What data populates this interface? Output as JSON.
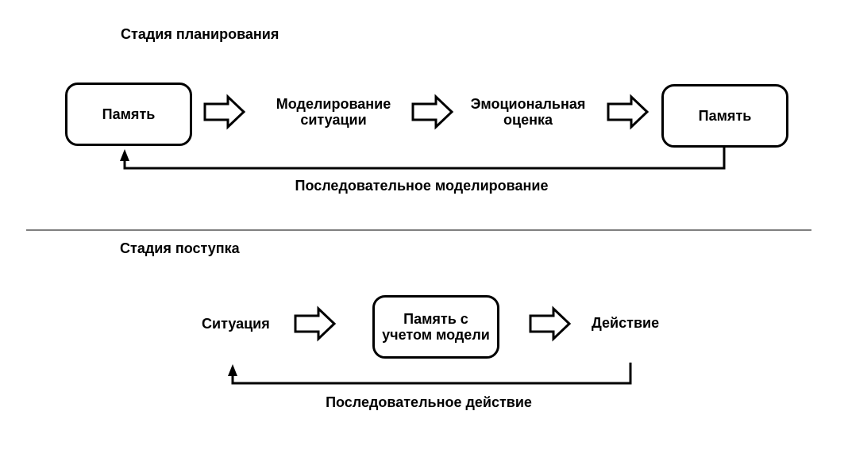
{
  "planning": {
    "title": "Стадия планирования",
    "memory_start": "Память",
    "modeling_line1": "Моделирование",
    "modeling_line2": "ситуации",
    "emotion_line1": "Эмоциональная",
    "emotion_line2": "оценка",
    "memory_end": "Память",
    "loop_label": "Последовательное моделирование"
  },
  "action": {
    "title": "Стадия поступка",
    "situation": "Ситуация",
    "memory_line1": "Память с",
    "memory_line2": "учетом модели",
    "result": "Действие",
    "loop_label": "Последовательное действие"
  }
}
